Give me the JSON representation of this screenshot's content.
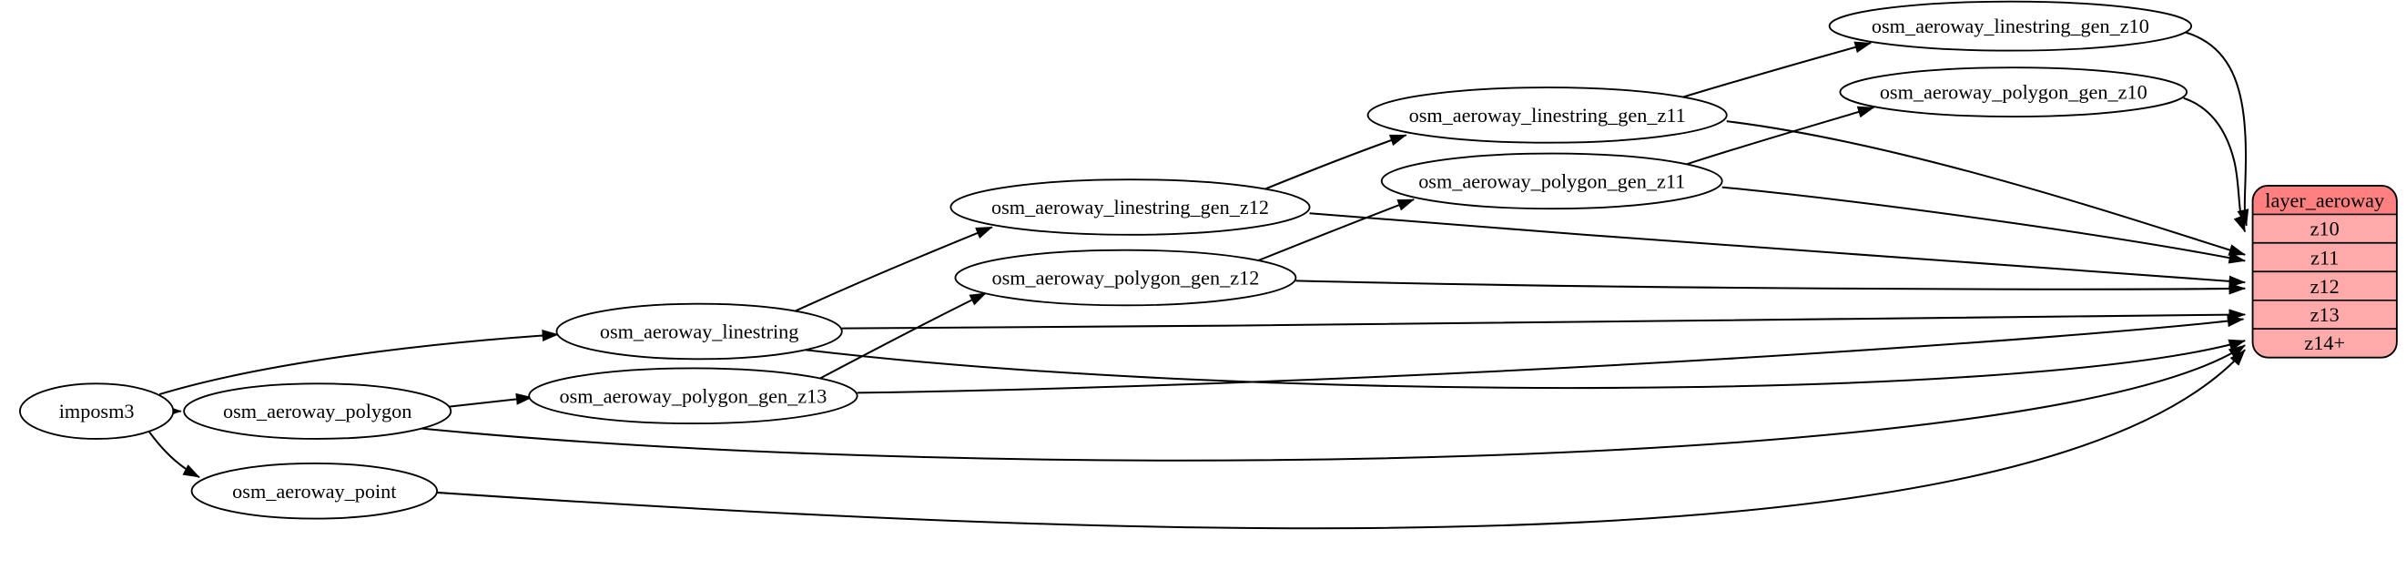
{
  "diagram": {
    "type": "etl-graph",
    "background": "#ffffff",
    "edge_color": "#000000",
    "node_fill": "#ffffff",
    "node_stroke": "#000000",
    "nodes": {
      "imposm3": {
        "label": "imposm3"
      },
      "osm_aeroway_polygon": {
        "label": "osm_aeroway_polygon"
      },
      "osm_aeroway_point": {
        "label": "osm_aeroway_point"
      },
      "osm_aeroway_linestring": {
        "label": "osm_aeroway_linestring"
      },
      "osm_aeroway_polygon_gen_z13": {
        "label": "osm_aeroway_polygon_gen_z13"
      },
      "osm_aeroway_linestring_gen_z12": {
        "label": "osm_aeroway_linestring_gen_z12"
      },
      "osm_aeroway_polygon_gen_z12": {
        "label": "osm_aeroway_polygon_gen_z12"
      },
      "osm_aeroway_linestring_gen_z11": {
        "label": "osm_aeroway_linestring_gen_z11"
      },
      "osm_aeroway_polygon_gen_z11": {
        "label": "osm_aeroway_polygon_gen_z11"
      },
      "osm_aeroway_linestring_gen_z10": {
        "label": "osm_aeroway_linestring_gen_z10"
      },
      "osm_aeroway_polygon_gen_z10": {
        "label": "osm_aeroway_polygon_gen_z10"
      }
    },
    "layer_table": {
      "title": "layer_aeroway",
      "rows": [
        "z10",
        "z11",
        "z12",
        "z13",
        "z14+"
      ],
      "header_fill": "#ff8080",
      "row_fill": "#ffaaaa",
      "border_color": "#000000"
    },
    "edges": [
      {
        "from": "imposm3",
        "to": "osm_aeroway_polygon"
      },
      {
        "from": "imposm3",
        "to": "osm_aeroway_point"
      },
      {
        "from": "imposm3",
        "to": "osm_aeroway_linestring"
      },
      {
        "from": "osm_aeroway_polygon",
        "to": "osm_aeroway_polygon_gen_z13"
      },
      {
        "from": "osm_aeroway_polygon_gen_z13",
        "to": "osm_aeroway_polygon_gen_z12"
      },
      {
        "from": "osm_aeroway_polygon_gen_z12",
        "to": "osm_aeroway_polygon_gen_z11"
      },
      {
        "from": "osm_aeroway_polygon_gen_z11",
        "to": "osm_aeroway_polygon_gen_z10"
      },
      {
        "from": "osm_aeroway_linestring",
        "to": "osm_aeroway_linestring_gen_z12"
      },
      {
        "from": "osm_aeroway_linestring_gen_z12",
        "to": "osm_aeroway_linestring_gen_z11"
      },
      {
        "from": "osm_aeroway_linestring_gen_z11",
        "to": "osm_aeroway_linestring_gen_z10"
      },
      {
        "from": "osm_aeroway_linestring_gen_z10",
        "to": "layer_aeroway:z10"
      },
      {
        "from": "osm_aeroway_polygon_gen_z10",
        "to": "layer_aeroway:z10"
      },
      {
        "from": "osm_aeroway_linestring_gen_z11",
        "to": "layer_aeroway:z11"
      },
      {
        "from": "osm_aeroway_polygon_gen_z11",
        "to": "layer_aeroway:z11"
      },
      {
        "from": "osm_aeroway_linestring_gen_z12",
        "to": "layer_aeroway:z12"
      },
      {
        "from": "osm_aeroway_polygon_gen_z12",
        "to": "layer_aeroway:z12"
      },
      {
        "from": "osm_aeroway_linestring",
        "to": "layer_aeroway:z13"
      },
      {
        "from": "osm_aeroway_polygon_gen_z13",
        "to": "layer_aeroway:z13"
      },
      {
        "from": "osm_aeroway_linestring",
        "to": "layer_aeroway:z14+"
      },
      {
        "from": "osm_aeroway_polygon",
        "to": "layer_aeroway:z14+"
      },
      {
        "from": "osm_aeroway_point",
        "to": "layer_aeroway:z14+"
      }
    ]
  }
}
